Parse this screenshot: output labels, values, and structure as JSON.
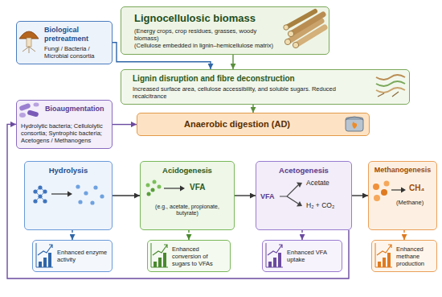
{
  "diagram": {
    "nodes": [
      {
        "text": [
          "Lignocellulosic biomass",
          "(Energy crops, crop residues, grasses, woody biomass)",
          "(Cellulose embedded in lignin–hemicellulose matrix)"
        ]
      },
      {
        "text": [
          "Biological pretreatment",
          "Fungi / Bacteria / Microbial consortia"
        ]
      },
      {
        "text": [
          "Lignin disruption and fibre deconstruction",
          "Increased surface area, cellulose accessibility, and soluble sugars. Reduced recalcitrance"
        ]
      },
      {
        "text": [
          "Bioaugmentation",
          "Hydrolytic bacteria; Cellulolytic consortia; Syntrophic bacteria; Acetogens / Methanogens"
        ]
      },
      {
        "text": [
          "Anaerobic digestion (AD)"
        ]
      },
      {
        "text": [
          "Hydrolysis"
        ]
      },
      {
        "text": [
          "Acidogenesis",
          "VFA",
          "(e.g., acetate, propionate, butyrate)"
        ]
      },
      {
        "text": [
          "Acetogenesis",
          "VFA",
          "Acetate",
          "H₂ + CO₂"
        ]
      },
      {
        "text": [
          "Methanogenesis",
          "CH₄",
          "(Methane)"
        ]
      },
      {
        "text": [
          "Enhanced enzyme activity"
        ]
      },
      {
        "text": [
          "Enhanced conversion of sugars to VFAs"
        ]
      },
      {
        "text": [
          "Enhanced VFA uptake"
        ]
      },
      {
        "text": [
          "Enhanced methane production"
        ]
      }
    ],
    "edges": [
      {
        "from": 0,
        "to": 2,
        "arrow": "to"
      },
      {
        "from": 1,
        "to": 2,
        "arrow": "to"
      },
      {
        "from": 2,
        "to": 4,
        "arrow": "to"
      },
      {
        "from": 3,
        "to": 4,
        "arrow": "to"
      },
      {
        "from": 5,
        "to": 6,
        "arrow": "to"
      },
      {
        "from": 6,
        "to": 7,
        "arrow": "to"
      },
      {
        "from": 7,
        "to": 8,
        "arrow": "to"
      },
      {
        "from": 5,
        "to": 9,
        "arrow": "to"
      },
      {
        "from": 6,
        "to": 10,
        "arrow": "to"
      },
      {
        "from": 7,
        "to": 11,
        "arrow": "to"
      },
      {
        "from": 8,
        "to": 12,
        "arrow": "to"
      },
      {
        "from": 7,
        "to": 3,
        "arrow": "to"
      }
    ]
  }
}
